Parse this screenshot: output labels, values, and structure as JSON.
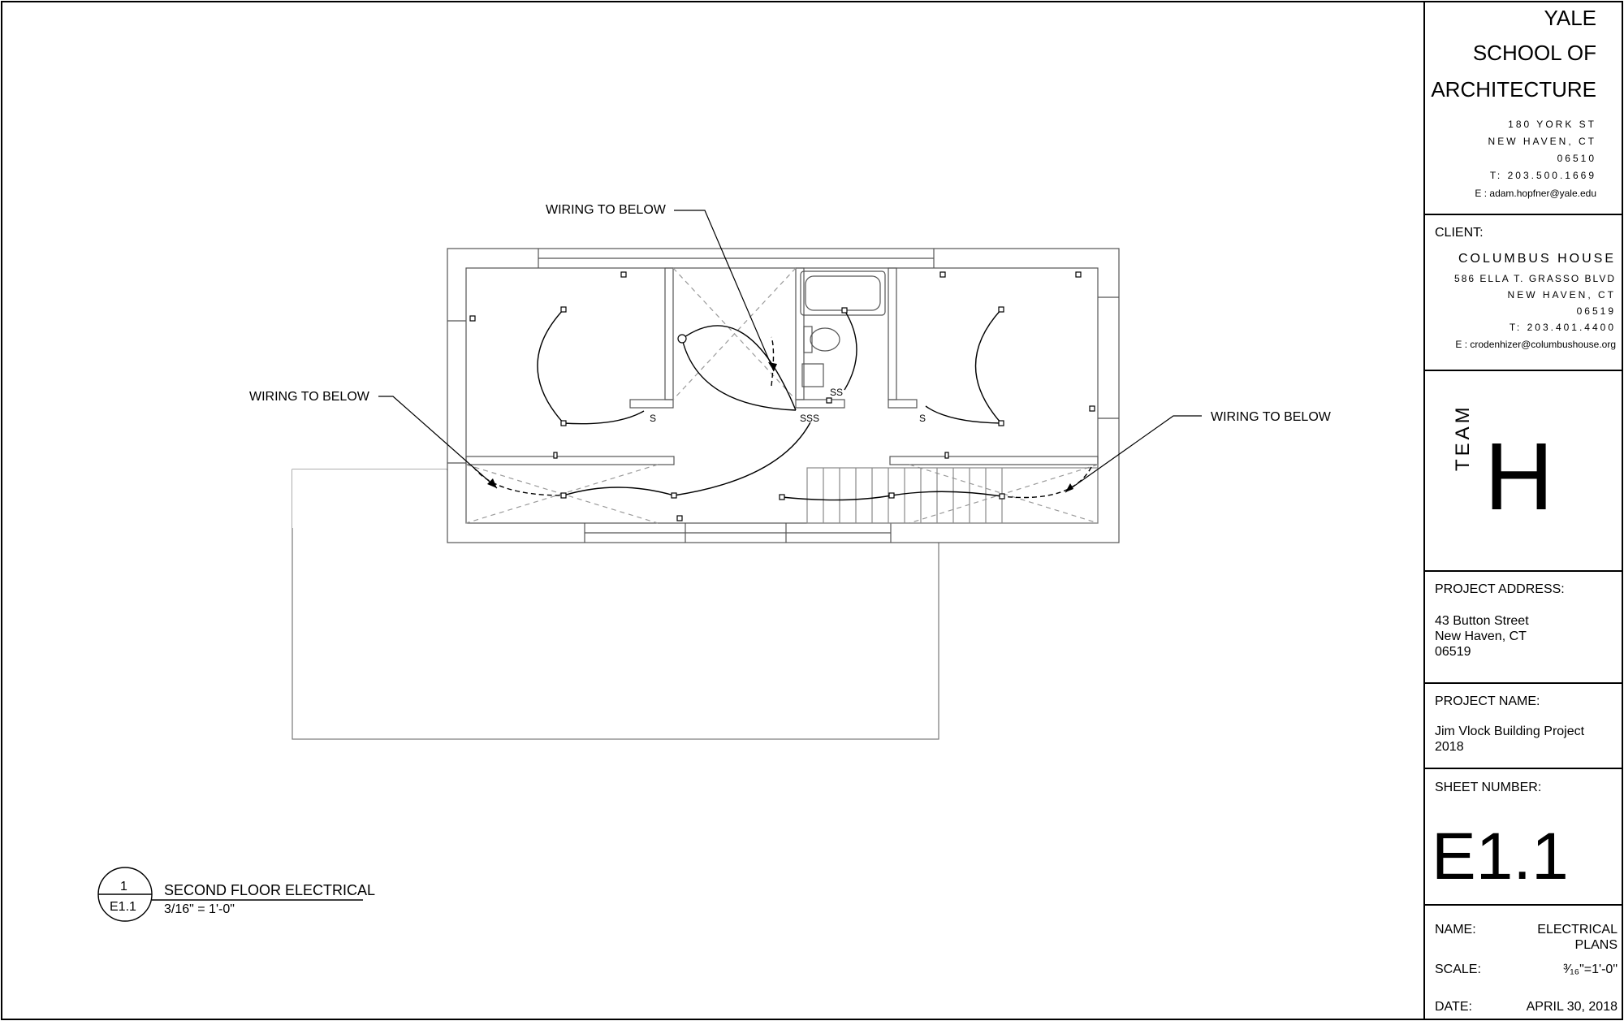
{
  "school": {
    "line1": "YALE",
    "line2": "SCHOOL OF",
    "line3": "ARCHITECTURE",
    "street": "180 YORK ST",
    "city": "NEW HAVEN, CT",
    "zip": "06510",
    "phone": "T: 203.500.1669",
    "email": "E : adam.hopfner@yale.edu"
  },
  "client": {
    "heading": "CLIENT:",
    "name": "COLUMBUS HOUSE",
    "street": "586 ELLA T. GRASSO BLVD",
    "city": "NEW HAVEN, CT",
    "zip": "06519",
    "phone": "T: 203.401.4400",
    "email": "E : crodenhizer@columbushouse.org"
  },
  "team": {
    "word": "TEAM",
    "letter": "H"
  },
  "project_address": {
    "heading": "PROJECT ADDRESS:",
    "line1": "43 Button Street",
    "line2": "New Haven, CT",
    "line3": "06519"
  },
  "project_name": {
    "heading": "PROJECT NAME:",
    "line1": "Jim Vlock Building Project",
    "line2": "2018"
  },
  "sheet_number": {
    "heading": "SHEET NUMBER:",
    "value": "E1.1"
  },
  "sheet_info": {
    "name_label": "NAME:",
    "name_value_1": "ELECTRICAL",
    "name_value_2": "PLANS",
    "scale_label": "SCALE:",
    "scale_value": "³⁄₁₆\"=1'-0\"",
    "date_label": "DATE:",
    "date_value": "APRIL 30, 2018"
  },
  "drawing": {
    "callout_wiring_1": "WIRING TO BELOW",
    "callout_wiring_2": "WIRING TO BELOW",
    "callout_wiring_3": "WIRING TO BELOW",
    "switch_s": "S",
    "switch_ss": "SS",
    "switch_sss": "SSS",
    "title_number": "1",
    "title_sheet": "E1.1",
    "title": "SECOND FLOOR ELECTRICAL",
    "scale": "3/16\" = 1'-0\""
  }
}
